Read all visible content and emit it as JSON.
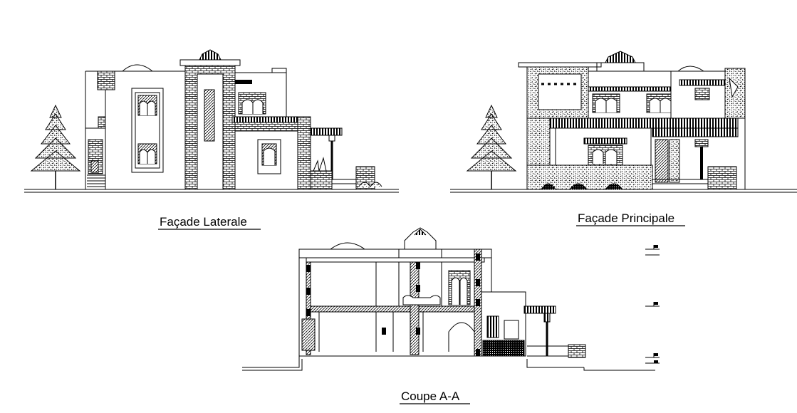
{
  "drawing": {
    "views": [
      {
        "id": "facade-laterale",
        "caption": "Façade  Laterale"
      },
      {
        "id": "facade-principale",
        "caption": "Façade Principale"
      },
      {
        "id": "coupe-aa",
        "caption": "Coupe  A-A"
      }
    ],
    "colors": {
      "line": "#000000",
      "background": "#ffffff"
    }
  }
}
